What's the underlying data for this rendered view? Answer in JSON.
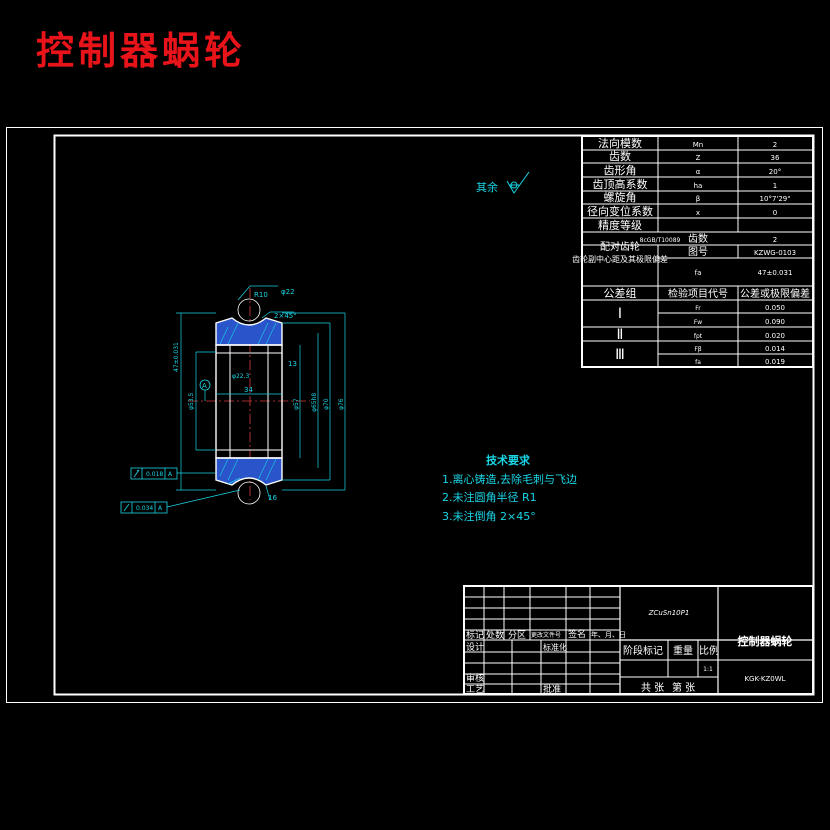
{
  "title": "控制器蜗轮",
  "roughness_note": "其余",
  "params": {
    "rows": [
      {
        "name": "法向模数",
        "symbol": "Mn",
        "value": "2"
      },
      {
        "name": "齿数",
        "symbol": "Z",
        "value": "36"
      },
      {
        "name": "齿形角",
        "symbol": "α",
        "value": "20°"
      },
      {
        "name": "齿顶高系数",
        "symbol": "ha",
        "value": "1"
      },
      {
        "name": "螺旋角",
        "symbol": "β",
        "value": "10°7'29\""
      },
      {
        "name": "径向变位系数",
        "symbol": "x",
        "value": "0"
      }
    ],
    "accuracy_label": "精度等级",
    "accuracy_value": "8cGB/T10089",
    "mating_label": "配对齿轮",
    "mating_sub": [
      "齿数",
      "图号"
    ],
    "mating_values": [
      "2",
      "KZWG-0103"
    ],
    "center_label": "齿轮副中心距及其极限偏差",
    "center_symbol": "fa",
    "center_value": "47±0.031",
    "tol_header": [
      "公差组",
      "检验项目代号",
      "公差或极限偏差"
    ],
    "tol_groups": [
      {
        "group": "Ⅰ",
        "items": [
          {
            "code": "Fr",
            "value": "0.050"
          },
          {
            "code": "Fw",
            "value": "0.090"
          }
        ]
      },
      {
        "group": "Ⅱ",
        "items": [
          {
            "code": "fpt",
            "value": "0.020"
          }
        ]
      },
      {
        "group": "Ⅲ",
        "items": [
          {
            "code": "Fβ",
            "value": "0.014"
          },
          {
            "code": "fa",
            "value": "0.019"
          }
        ]
      }
    ]
  },
  "dims": {
    "r10": "R10",
    "d22": "φ22",
    "cham": "2×45°",
    "width34": "34",
    "d47": "47±0.031",
    "d53": "φ53.5",
    "d22_3": "φ22.3",
    "d57": "φ57",
    "d65": "φ65h8",
    "d70": "φ70",
    "d76": "φ76",
    "v13": "13",
    "v16": "16",
    "datum": "A",
    "tol1": "0.018",
    "tol2": "0.034"
  },
  "notes": {
    "title": "技术要求",
    "items": [
      "1.离心铸造,去除毛刺与飞边",
      "2.未注圆角半径  R1",
      "3.未注倒角  2×45°"
    ]
  },
  "title_block": {
    "material": "ZCuSn10P1",
    "part_name": "控制器蜗轮",
    "drawing_no": "KGK-KZ0WL",
    "scale_value": "1:1",
    "labels": {
      "mark": "标记",
      "count": "处数",
      "zone": "分区",
      "change_doc": "更改文件号",
      "sign": "签名",
      "date": "年、月、日",
      "design": "设计",
      "standardize": "标准化",
      "stage_mark": "阶段标记",
      "weight": "重量",
      "scale": "比例",
      "review": "审核",
      "process": "工艺",
      "approve": "批准",
      "total": "共 张",
      "sheet": "第 张"
    }
  }
}
